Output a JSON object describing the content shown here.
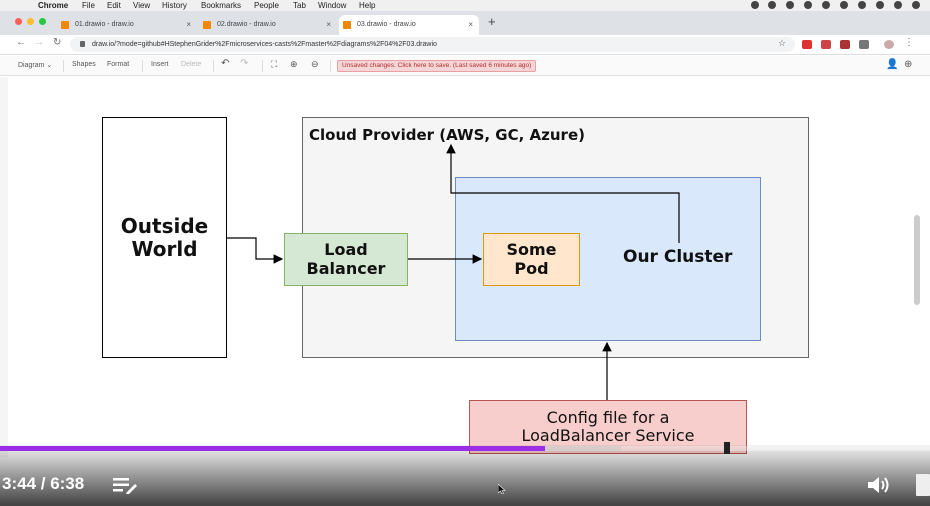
{
  "menubar": {
    "app": "Chrome",
    "items": [
      "File",
      "Edit",
      "View",
      "History",
      "Bookmarks",
      "People",
      "Tab",
      "Window",
      "Help"
    ]
  },
  "tabs": [
    {
      "label": "01.drawio - draw.io"
    },
    {
      "label": "02.drawio - draw.io"
    },
    {
      "label": "03.drawio - draw.io",
      "active": true
    }
  ],
  "address": {
    "url": "draw.io/?mode=github#HStephenGrider%2Fmicroservices-casts%2Fmaster%2Fdiagrams%2F04%2F03.drawio"
  },
  "toolbar": {
    "diagram": "Diagram",
    "shapes": "Shapes",
    "format": "Format",
    "insert": "Insert",
    "delete": "Delete",
    "unsaved": "Unsaved changes. Click here to save. (Last saved 6 minutes ago)"
  },
  "diagram": {
    "outside_world": "Outside World",
    "cloud_provider": "Cloud Provider (AWS, GC, Azure)",
    "our_cluster": "Our Cluster",
    "load_balancer": "Load Balancer",
    "some_pod": "Some Pod",
    "config": "Config file for a LoadBalancer Service"
  },
  "video": {
    "time": "3:44 / 6:38",
    "progress": 0.586,
    "buffered": 0.668
  },
  "colors": {
    "progress": "#9a2ee6",
    "cluster_fill": "#dae8fc",
    "lb_fill": "#d5e8d4",
    "pod_fill": "#ffe6cc",
    "config_fill": "#f8cecc"
  }
}
